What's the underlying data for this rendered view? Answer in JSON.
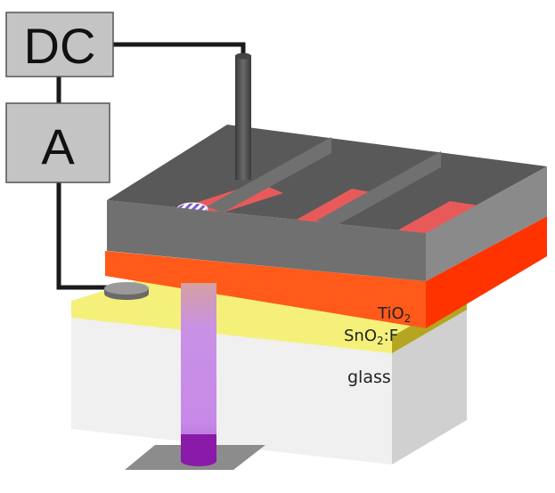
{
  "labels": {
    "dc": "DC",
    "ammeter": "A",
    "tio2_base": "TiO",
    "tio2_sub": "2",
    "sno2_base": "SnO",
    "sno2_sub": "2",
    "sno2_suffix": ":F",
    "glass": "glass"
  },
  "colors": {
    "box": "#c4c4c4",
    "wire": "#1a1a1a",
    "probe": "#555555",
    "mask_top": "#595959",
    "mask_front": "#707070",
    "mask_side": "#8a8a8a",
    "stripe": "#e85a5a",
    "tio2_front": "#ff5a1a",
    "tio2_side": "#ff3300",
    "fto_front": "#f4f07a",
    "fto_side": "#b5a622",
    "glass_front": "#f0f0f0",
    "glass_side": "#d0d0d0",
    "beam": "#c78ae8",
    "beam_bottom": "#8a1aa8",
    "base": "#8c8c8c"
  }
}
